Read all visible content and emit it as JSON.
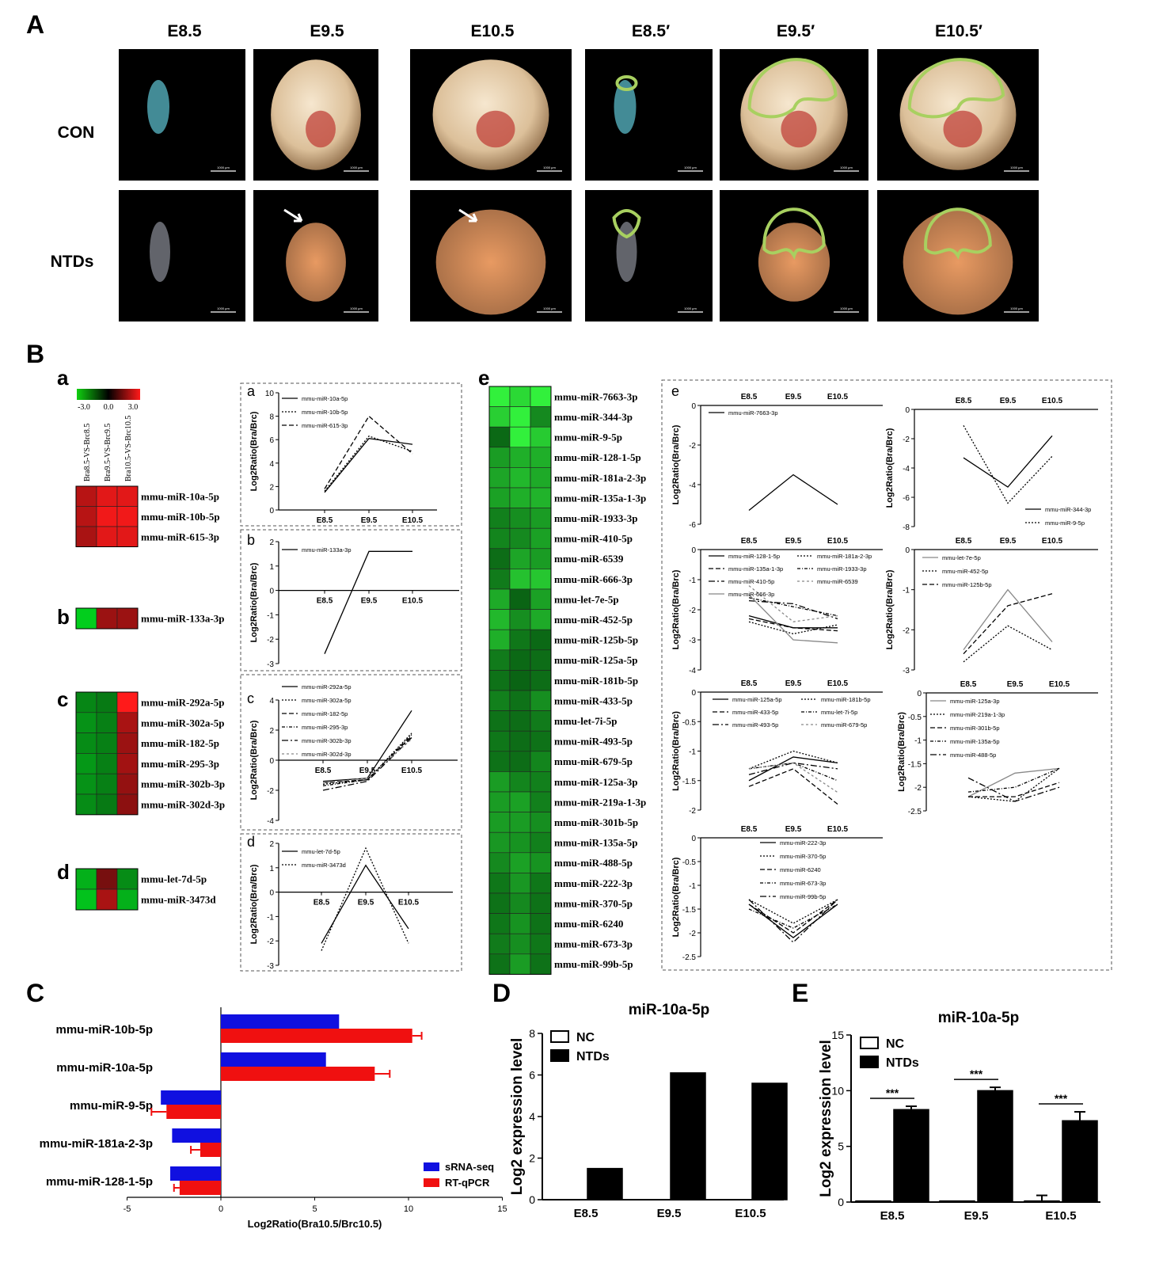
{
  "panel_letters": {
    "A": "A",
    "B": "B",
    "C": "C",
    "D": "D",
    "E": "E"
  },
  "panelA": {
    "columns": [
      "E8.5",
      "E9.5",
      "E10.5",
      "E8.5′",
      "E9.5′",
      "E10.5′"
    ],
    "rows": [
      "CON",
      "NTDs"
    ],
    "scale_bar_label": "1000 μm"
  },
  "panelB": {
    "sub_letters": {
      "a": "a",
      "b": "b",
      "c": "c",
      "d": "d",
      "e": "e"
    },
    "scale": {
      "min": "-3.0",
      "mid": "0.0",
      "max": "3.0"
    },
    "heatmap_cols": [
      "Bra8.5-VS-Brc8.5",
      "Bra9.5-VS-Brc9.5",
      "Bra10.5-VS-Brc10.5"
    ],
    "heat_a": {
      "labels": [
        "mmu-miR-10a-5p",
        "mmu-miR-10b-5p",
        "mmu-miR-615-3p"
      ],
      "values": [
        [
          2.0,
          2.6,
          2.6
        ],
        [
          2.0,
          2.8,
          2.8
        ],
        [
          1.8,
          2.6,
          2.6
        ]
      ]
    },
    "heat_b": {
      "labels": [
        "mmu-miR-133a-3p"
      ],
      "values": [
        [
          -2.6,
          1.6,
          1.6
        ]
      ]
    },
    "heat_c": {
      "labels": [
        "mmu-miR-292a-5p",
        "mmu-miR-302a-5p",
        "mmu-miR-182-5p",
        "mmu-miR-295-3p",
        "mmu-miR-302b-3p",
        "mmu-miR-302d-3p"
      ],
      "values": [
        [
          -1.4,
          -1.2,
          3.3
        ],
        [
          -1.6,
          -1.3,
          1.8
        ],
        [
          -1.5,
          -1.3,
          1.6
        ],
        [
          -1.7,
          -1.3,
          1.7
        ],
        [
          -1.6,
          -1.3,
          1.5
        ],
        [
          -1.5,
          -1.2,
          1.4
        ]
      ]
    },
    "heat_d": {
      "labels": [
        "mmu-let-7d-5p",
        "mmu-miR-3473d"
      ],
      "values": [
        [
          -2.1,
          1.1,
          -1.5
        ],
        [
          -2.4,
          1.8,
          -2.1
        ]
      ]
    },
    "heat_e": {
      "labels": [
        "mmu-miR-7663-3p",
        "mmu-miR-344-3p",
        "mmu-miR-9-5p",
        "mmu-miR-128-1-5p",
        "mmu-miR-181a-2-3p",
        "mmu-miR-135a-1-3p",
        "mmu-miR-1933-3p",
        "mmu-miR-410-5p",
        "mmu-miR-6539",
        "mmu-miR-666-3p",
        "mmu-let-7e-5p",
        "mmu-miR-452-5p",
        "mmu-miR-125b-5p",
        "mmu-miR-125a-5p",
        "mmu-miR-181b-5p",
        "mmu-miR-433-5p",
        "mmu-let-7i-5p",
        "mmu-miR-493-5p",
        "mmu-miR-679-5p",
        "mmu-miR-125a-3p",
        "mmu-miR-219a-1-3p",
        "mmu-miR-301b-5p",
        "mmu-miR-135a-5p",
        "mmu-miR-488-5p",
        "mmu-miR-222-3p",
        "mmu-miR-370-5p",
        "mmu-miR-6240",
        "mmu-miR-673-3p",
        "mmu-miR-99b-5p"
      ],
      "values": [
        [
          -5.3,
          -3.5,
          -5.0
        ],
        [
          -3.3,
          -5.3,
          -1.8
        ],
        [
          -1.1,
          -6.4,
          -3.2
        ],
        [
          -2.2,
          -2.6,
          -2.6
        ],
        [
          -2.4,
          -2.8,
          -2.5
        ],
        [
          -2.3,
          -2.6,
          -2.7
        ],
        [
          -1.6,
          -1.9,
          -2.2
        ],
        [
          -1.7,
          -1.8,
          -2.3
        ],
        [
          -1.2,
          -2.4,
          -2.2
        ],
        [
          -1.5,
          -3.0,
          -3.1
        ],
        [
          -2.5,
          -1.0,
          -2.3
        ],
        [
          -2.8,
          -1.9,
          -2.5
        ],
        [
          -2.6,
          -1.4,
          -1.1
        ],
        [
          -1.5,
          -1.1,
          -1.2
        ],
        [
          -1.3,
          -1.0,
          -1.2
        ],
        [
          -1.6,
          -1.3,
          -1.9
        ],
        [
          -1.3,
          -1.2,
          -1.5
        ],
        [
          -1.4,
          -1.2,
          -1.3
        ],
        [
          -1.3,
          -1.2,
          -1.7
        ],
        [
          -2.2,
          -1.7,
          -1.6
        ],
        [
          -2.2,
          -2.3,
          -1.6
        ],
        [
          -2.2,
          -2.2,
          -1.9
        ],
        [
          -2.1,
          -2.0,
          -1.6
        ],
        [
          -1.8,
          -2.3,
          -2.0
        ],
        [
          -1.4,
          -2.1,
          -1.4
        ],
        [
          -1.3,
          -1.8,
          -1.3
        ],
        [
          -1.4,
          -2.0,
          -1.3
        ],
        [
          -1.5,
          -1.9,
          -1.4
        ],
        [
          -1.3,
          -2.2,
          -1.3
        ]
      ]
    }
  },
  "chart_data": [
    {
      "type": "line",
      "id": "Ba",
      "panel_letter": "a",
      "ylabel": "Log2Ratio(Bra/Brc)",
      "x": [
        "E8.5",
        "E9.5",
        "E10.5"
      ],
      "ylim": [
        0,
        10
      ],
      "yticks": [
        0,
        2,
        4,
        6,
        8,
        10
      ],
      "series": [
        {
          "name": "mmu-miR-10a-5p",
          "values": [
            1.5,
            6.1,
            5.6
          ]
        },
        {
          "name": "mmu-miR-10b-5p",
          "values": [
            1.6,
            6.3,
            5.0
          ]
        },
        {
          "name": "mmu-miR-615-3p",
          "values": [
            1.8,
            8.0,
            4.8
          ]
        }
      ]
    },
    {
      "type": "line",
      "id": "Bb",
      "panel_letter": "b",
      "ylabel": "Log2Ratio(Bra/Brc)",
      "x": [
        "E8.5",
        "E9.5",
        "E10.5"
      ],
      "ylim": [
        -3,
        2
      ],
      "yticks": [
        -3,
        -2,
        -1,
        0,
        1,
        2
      ],
      "series": [
        {
          "name": "mmu-miR-133a-3p",
          "values": [
            -2.6,
            1.6,
            1.6
          ]
        }
      ]
    },
    {
      "type": "line",
      "id": "Bc",
      "panel_letter": "c",
      "ylabel": "Log2Ratio(Bra/Brc)",
      "x": [
        "E8.5",
        "E9.5",
        "E10.5"
      ],
      "ylim": [
        -4,
        4
      ],
      "yticks": [
        -4,
        -2,
        0,
        2,
        4
      ],
      "series": [
        {
          "name": "mmu-miR-292a-5p",
          "values": [
            -1.4,
            -1.2,
            3.3
          ]
        },
        {
          "name": "mmu-miR-302a-5p",
          "values": [
            -1.6,
            -1.3,
            1.8
          ]
        },
        {
          "name": "mmu-miR-182-5p",
          "values": [
            -1.5,
            -1.3,
            1.6
          ]
        },
        {
          "name": "mmu-miR-295-3p",
          "values": [
            -1.7,
            -1.3,
            1.7
          ]
        },
        {
          "name": "mmu-miR-302b-3p",
          "values": [
            -2.0,
            -1.4,
            1.5
          ]
        },
        {
          "name": "mmu-miR-302d-3p",
          "values": [
            -1.5,
            -1.2,
            1.4
          ]
        }
      ]
    },
    {
      "type": "line",
      "id": "Bd",
      "panel_letter": "d",
      "ylabel": "Log2Ratio(Bra/Brc)",
      "x": [
        "E8.5",
        "E9.5",
        "E10.5"
      ],
      "ylim": [
        -3,
        2
      ],
      "yticks": [
        -3,
        -2,
        -1,
        0,
        1,
        2
      ],
      "series": [
        {
          "name": "mmu-let-7d-5p",
          "values": [
            -2.1,
            1.1,
            -1.5
          ]
        },
        {
          "name": "mmu-miR-3473d",
          "values": [
            -2.4,
            1.8,
            -2.1
          ]
        }
      ]
    },
    {
      "type": "line",
      "id": "Be1",
      "panel_letter": "e",
      "ylabel": "Log2Ratio(Bra/Brc)",
      "x": [
        "E8.5",
        "E9.5",
        "E10.5"
      ],
      "ylim": [
        -6,
        0
      ],
      "yticks": [
        -6,
        -4,
        -2,
        0
      ],
      "series": [
        {
          "name": "mmu-miR-7663-3p",
          "values": [
            -5.3,
            -3.5,
            -5.0
          ]
        }
      ]
    },
    {
      "type": "line",
      "id": "Be2",
      "ylabel": "Log2Ratio(Bra/Brc)",
      "x": [
        "E8.5",
        "E9.5",
        "E10.5"
      ],
      "ylim": [
        -8,
        0
      ],
      "yticks": [
        -8,
        -6,
        -4,
        -2,
        0
      ],
      "series": [
        {
          "name": "mmu-miR-344-3p",
          "values": [
            -3.3,
            -5.3,
            -1.8
          ]
        },
        {
          "name": "mmu-miR-9-5p",
          "values": [
            -1.1,
            -6.4,
            -3.2
          ]
        }
      ]
    },
    {
      "type": "line",
      "id": "Be3",
      "ylabel": "Log2Ratio(Bra/Brc)",
      "x": [
        "E8.5",
        "E9.5",
        "E10.5"
      ],
      "ylim": [
        -4,
        0
      ],
      "yticks": [
        -4,
        -3,
        -2,
        -1,
        0
      ],
      "series": [
        {
          "name": "mmu-miR-128-1-5p",
          "values": [
            -2.2,
            -2.6,
            -2.6
          ]
        },
        {
          "name": "mmu-miR-181a-2-3p",
          "values": [
            -2.4,
            -2.8,
            -2.5
          ]
        },
        {
          "name": "mmu-miR-135a-1-3p",
          "values": [
            -2.3,
            -2.6,
            -2.7
          ]
        },
        {
          "name": "mmu-miR-1933-3p",
          "values": [
            -1.6,
            -1.9,
            -2.2
          ]
        },
        {
          "name": "mmu-miR-410-5p",
          "values": [
            -1.7,
            -1.8,
            -2.3
          ]
        },
        {
          "name": "mmu-miR-6539",
          "values": [
            -1.2,
            -2.4,
            -2.2
          ]
        },
        {
          "name": "mmu-miR-666-3p",
          "values": [
            -1.5,
            -3.0,
            -3.1
          ]
        }
      ]
    },
    {
      "type": "line",
      "id": "Be4",
      "ylabel": "Log2Ratio(Bra/Brc)",
      "x": [
        "E8.5",
        "E9.5",
        "E10.5"
      ],
      "ylim": [
        -3,
        0
      ],
      "yticks": [
        -3,
        -2,
        -1,
        0
      ],
      "series": [
        {
          "name": "mmu-let-7e-5p",
          "values": [
            -2.5,
            -1.0,
            -2.3
          ]
        },
        {
          "name": "mmu-miR-452-5p",
          "values": [
            -2.8,
            -1.9,
            -2.5
          ]
        },
        {
          "name": "mmu-miR-125b-5p",
          "values": [
            -2.6,
            -1.4,
            -1.1
          ]
        }
      ]
    },
    {
      "type": "line",
      "id": "Be5",
      "ylabel": "Log2Ratio(Bra/Brc)",
      "x": [
        "E8.5",
        "E9.5",
        "E10.5"
      ],
      "ylim": [
        -2,
        0
      ],
      "yticks": [
        -2,
        -1.5,
        -1,
        -0.5,
        0
      ],
      "series": [
        {
          "name": "mmu-miR-125a-5p",
          "values": [
            -1.5,
            -1.1,
            -1.2
          ]
        },
        {
          "name": "mmu-miR-181b-5p",
          "values": [
            -1.3,
            -1.0,
            -1.2
          ]
        },
        {
          "name": "mmu-miR-433-5p",
          "values": [
            -1.6,
            -1.3,
            -1.9
          ]
        },
        {
          "name": "mmu-let-7i-5p",
          "values": [
            -1.3,
            -1.2,
            -1.5
          ]
        },
        {
          "name": "mmu-miR-493-5p",
          "values": [
            -1.4,
            -1.2,
            -1.3
          ]
        },
        {
          "name": "mmu-miR-679-5p",
          "values": [
            -1.3,
            -1.2,
            -1.7
          ]
        }
      ]
    },
    {
      "type": "line",
      "id": "Be6",
      "ylabel": "Log2Ratio(Bra/Brc)",
      "x": [
        "E8.5",
        "E9.5",
        "E10.5"
      ],
      "ylim": [
        -2.5,
        0
      ],
      "yticks": [
        -2.5,
        -2,
        -1.5,
        -1,
        -0.5,
        0
      ],
      "series": [
        {
          "name": "mmu-miR-125a-3p",
          "values": [
            -2.2,
            -1.7,
            -1.6
          ]
        },
        {
          "name": "mmu-miR-219a-1-3p",
          "values": [
            -2.2,
            -2.3,
            -1.6
          ]
        },
        {
          "name": "mmu-miR-301b-5p",
          "values": [
            -2.2,
            -2.2,
            -1.9
          ]
        },
        {
          "name": "mmu-miR-135a-5p",
          "values": [
            -2.1,
            -2.0,
            -1.6
          ]
        },
        {
          "name": "mmu-miR-488-5p",
          "values": [
            -1.8,
            -2.3,
            -2.0
          ]
        }
      ]
    },
    {
      "type": "line",
      "id": "Be7",
      "ylabel": "Log2Ratio(Bra/Brc)",
      "x": [
        "E8.5",
        "E9.5",
        "E10.5"
      ],
      "ylim": [
        -2.5,
        0
      ],
      "yticks": [
        -2.5,
        -2,
        -1.5,
        -1,
        -0.5,
        0
      ],
      "series": [
        {
          "name": "mmu-miR-222-3p",
          "values": [
            -1.4,
            -2.1,
            -1.4
          ]
        },
        {
          "name": "mmu-miR-370-5p",
          "values": [
            -1.3,
            -1.8,
            -1.3
          ]
        },
        {
          "name": "mmu-miR-6240",
          "values": [
            -1.4,
            -2.0,
            -1.3
          ]
        },
        {
          "name": "mmu-miR-673-3p",
          "values": [
            -1.5,
            -1.9,
            -1.4
          ]
        },
        {
          "name": "mmu-miR-99b-5p",
          "values": [
            -1.3,
            -2.2,
            -1.3
          ]
        }
      ]
    },
    {
      "type": "bar",
      "id": "C",
      "orientation": "horizontal",
      "xlabel": "Log2Ratio(Bra10.5/Brc10.5)",
      "xlim": [
        -5,
        15
      ],
      "xticks": [
        -5,
        0,
        5,
        10,
        15
      ],
      "categories": [
        "mmu-miR-10b-5p",
        "mmu-miR-10a-5p",
        "mmu-miR-9-5p",
        "mmu-miR-181a-2-3p",
        "mmu-miR-128-1-5p"
      ],
      "series": [
        {
          "name": "sRNA-seq",
          "color": "#1010e0",
          "values": [
            6.3,
            5.6,
            -3.2,
            -2.6,
            -2.7
          ]
        },
        {
          "name": "RT-qPCR",
          "color": "#f01010",
          "values": [
            10.2,
            8.2,
            -2.9,
            -1.1,
            -2.2
          ],
          "errors": [
            0.5,
            0.8,
            0.8,
            0.5,
            0.3
          ]
        }
      ]
    },
    {
      "type": "bar",
      "id": "D",
      "title": "miR-10a-5p",
      "ylabel": "Log2 expression level",
      "categories": [
        "E8.5",
        "E9.5",
        "E10.5"
      ],
      "ylim": [
        0,
        8
      ],
      "yticks": [
        0,
        2,
        4,
        6,
        8
      ],
      "series": [
        {
          "name": "NC",
          "values": [
            0,
            0,
            0
          ]
        },
        {
          "name": "NTDs",
          "values": [
            1.5,
            6.1,
            5.6
          ]
        }
      ]
    },
    {
      "type": "bar",
      "id": "E",
      "title": "miR-10a-5p",
      "ylabel": "Log2 expression level",
      "categories": [
        "E8.5",
        "E9.5",
        "E10.5"
      ],
      "ylim": [
        0,
        15
      ],
      "yticks": [
        0,
        5,
        10,
        15
      ],
      "series": [
        {
          "name": "NC",
          "values": [
            0.1,
            0.1,
            0.1
          ],
          "errors": [
            0,
            0,
            0.5
          ]
        },
        {
          "name": "NTDs",
          "values": [
            8.3,
            10.0,
            7.3
          ],
          "errors": [
            0.3,
            0.3,
            0.8
          ]
        }
      ],
      "annotations": [
        "***",
        "***",
        "***"
      ]
    }
  ]
}
